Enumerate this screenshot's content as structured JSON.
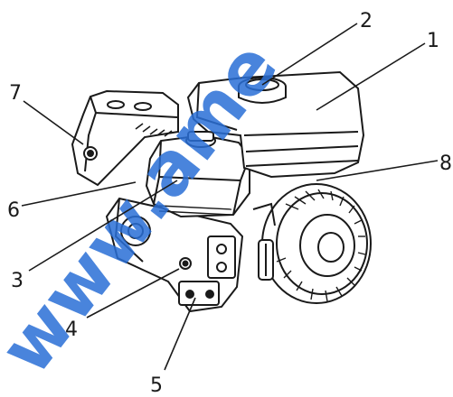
{
  "diagram": {
    "callouts": [
      {
        "id": "1",
        "label": "1"
      },
      {
        "id": "2",
        "label": "2"
      },
      {
        "id": "3",
        "label": "3"
      },
      {
        "id": "4",
        "label": "4"
      },
      {
        "id": "5",
        "label": "5"
      },
      {
        "id": "6",
        "label": "6"
      },
      {
        "id": "7",
        "label": "7"
      },
      {
        "id": "8",
        "label": "8"
      }
    ],
    "watermark": "www.ame",
    "colors": {
      "line": "#1a1a1a",
      "watermark": "#2a6fd6"
    }
  }
}
